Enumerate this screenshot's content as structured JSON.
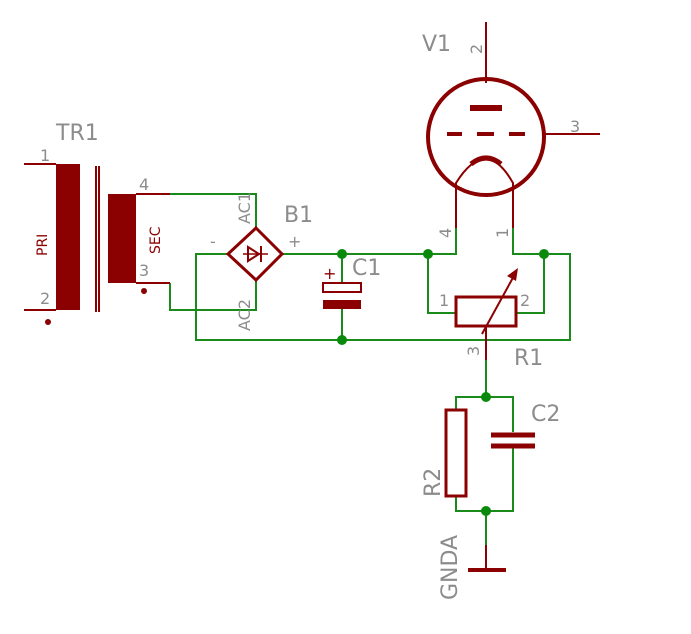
{
  "colors": {
    "symbol": "#8b0000",
    "wire": "#1a8a1a",
    "label": "#8c8c8c",
    "junction": "#0a8a0a",
    "background": "#ffffff"
  },
  "components": {
    "tr1": {
      "name": "TR1",
      "primary": "PRI",
      "secondary": "SEC",
      "pins": [
        "1",
        "2",
        "4",
        "3"
      ]
    },
    "b1": {
      "name": "B1",
      "pin_ac1": "AC1",
      "pin_ac2": "AC2",
      "pin_minus": "-",
      "pin_plus": "+"
    },
    "c1": {
      "name": "C1",
      "polarity": "+"
    },
    "v1": {
      "name": "V1",
      "pins": [
        "2",
        "3",
        "4",
        "1"
      ]
    },
    "r1": {
      "name": "R1",
      "pins": [
        "1",
        "2",
        "3"
      ]
    },
    "r2": {
      "name": "R2"
    },
    "c2": {
      "name": "C2"
    },
    "ground": {
      "name": "GNDA"
    }
  }
}
